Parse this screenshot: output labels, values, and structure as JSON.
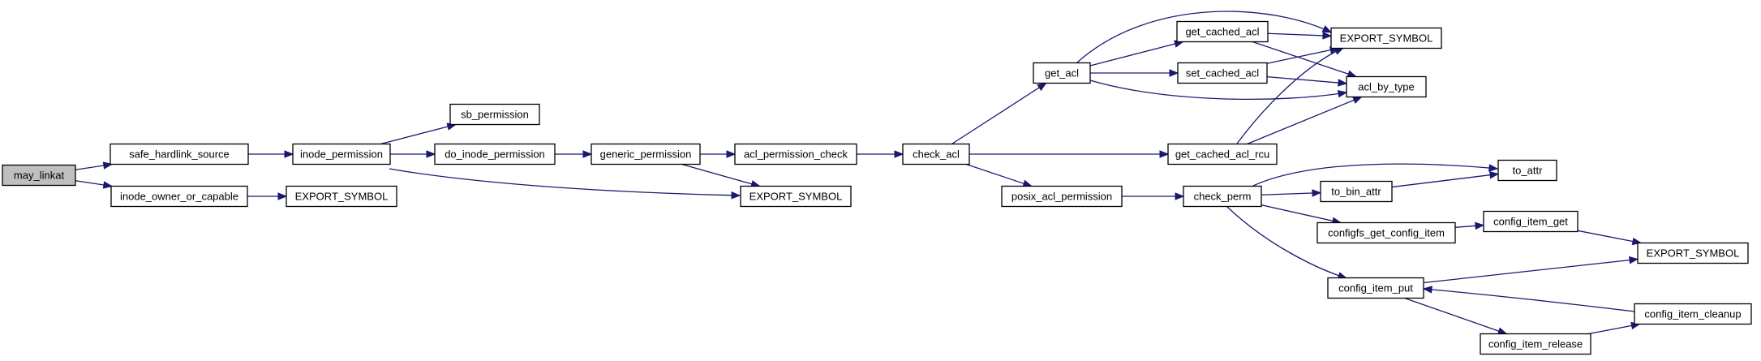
{
  "diagram": {
    "edge_color": "#191970",
    "root_fill": "#bfbfbf",
    "nodes": [
      {
        "id": "may_linkat",
        "label": "may_linkat",
        "root": true
      },
      {
        "id": "safe_hardlink_source",
        "label": "safe_hardlink_source"
      },
      {
        "id": "inode_owner_or_capable",
        "label": "inode_owner_or_capable"
      },
      {
        "id": "export_symbol_a",
        "label": "EXPORT_SYMBOL"
      },
      {
        "id": "inode_permission",
        "label": "inode_permission"
      },
      {
        "id": "sb_permission",
        "label": "sb_permission"
      },
      {
        "id": "do_inode_permission",
        "label": "do_inode_permission"
      },
      {
        "id": "generic_permission",
        "label": "generic_permission"
      },
      {
        "id": "acl_permission_check",
        "label": "acl_permission_check"
      },
      {
        "id": "export_symbol_b",
        "label": "EXPORT_SYMBOL"
      },
      {
        "id": "check_acl",
        "label": "check_acl"
      },
      {
        "id": "get_acl",
        "label": "get_acl"
      },
      {
        "id": "get_cached_acl",
        "label": "get_cached_acl"
      },
      {
        "id": "set_cached_acl",
        "label": "set_cached_acl"
      },
      {
        "id": "export_symbol_c",
        "label": "EXPORT_SYMBOL"
      },
      {
        "id": "acl_by_type",
        "label": "acl_by_type"
      },
      {
        "id": "get_cached_acl_rcu",
        "label": "get_cached_acl_rcu"
      },
      {
        "id": "posix_acl_permission",
        "label": "posix_acl_permission"
      },
      {
        "id": "check_perm",
        "label": "check_perm"
      },
      {
        "id": "to_bin_attr",
        "label": "to_bin_attr"
      },
      {
        "id": "to_attr",
        "label": "to_attr"
      },
      {
        "id": "configfs_get_config_item",
        "label": "configfs_get_config_item"
      },
      {
        "id": "config_item_get",
        "label": "config_item_get"
      },
      {
        "id": "export_symbol_d",
        "label": "EXPORT_SYMBOL"
      },
      {
        "id": "config_item_put",
        "label": "config_item_put"
      },
      {
        "id": "config_item_cleanup",
        "label": "config_item_cleanup"
      },
      {
        "id": "config_item_release",
        "label": "config_item_release"
      }
    ],
    "edges": [
      {
        "from": "may_linkat",
        "to": "safe_hardlink_source"
      },
      {
        "from": "may_linkat",
        "to": "inode_owner_or_capable"
      },
      {
        "from": "inode_owner_or_capable",
        "to": "export_symbol_a"
      },
      {
        "from": "safe_hardlink_source",
        "to": "inode_permission"
      },
      {
        "from": "inode_permission",
        "to": "sb_permission"
      },
      {
        "from": "inode_permission",
        "to": "do_inode_permission"
      },
      {
        "from": "inode_permission",
        "to": "export_symbol_b"
      },
      {
        "from": "do_inode_permission",
        "to": "generic_permission"
      },
      {
        "from": "generic_permission",
        "to": "acl_permission_check"
      },
      {
        "from": "generic_permission",
        "to": "export_symbol_b"
      },
      {
        "from": "acl_permission_check",
        "to": "check_acl"
      },
      {
        "from": "check_acl",
        "to": "get_acl"
      },
      {
        "from": "check_acl",
        "to": "get_cached_acl_rcu"
      },
      {
        "from": "check_acl",
        "to": "posix_acl_permission"
      },
      {
        "from": "get_acl",
        "to": "get_cached_acl"
      },
      {
        "from": "get_acl",
        "to": "set_cached_acl"
      },
      {
        "from": "get_acl",
        "to": "export_symbol_c"
      },
      {
        "from": "get_acl",
        "to": "acl_by_type"
      },
      {
        "from": "get_cached_acl",
        "to": "export_symbol_c"
      },
      {
        "from": "get_cached_acl",
        "to": "acl_by_type"
      },
      {
        "from": "set_cached_acl",
        "to": "export_symbol_c"
      },
      {
        "from": "set_cached_acl",
        "to": "acl_by_type"
      },
      {
        "from": "get_cached_acl_rcu",
        "to": "export_symbol_c"
      },
      {
        "from": "get_cached_acl_rcu",
        "to": "acl_by_type"
      },
      {
        "from": "posix_acl_permission",
        "to": "check_perm"
      },
      {
        "from": "check_perm",
        "to": "to_attr"
      },
      {
        "from": "check_perm",
        "to": "to_bin_attr"
      },
      {
        "from": "check_perm",
        "to": "configfs_get_config_item"
      },
      {
        "from": "check_perm",
        "to": "config_item_put"
      },
      {
        "from": "to_bin_attr",
        "to": "to_attr"
      },
      {
        "from": "configfs_get_config_item",
        "to": "config_item_get"
      },
      {
        "from": "config_item_get",
        "to": "export_symbol_d"
      },
      {
        "from": "config_item_put",
        "to": "export_symbol_d"
      },
      {
        "from": "config_item_put",
        "to": "config_item_release"
      },
      {
        "from": "config_item_release",
        "to": "config_item_cleanup"
      },
      {
        "from": "config_item_cleanup",
        "to": "config_item_put"
      }
    ]
  }
}
